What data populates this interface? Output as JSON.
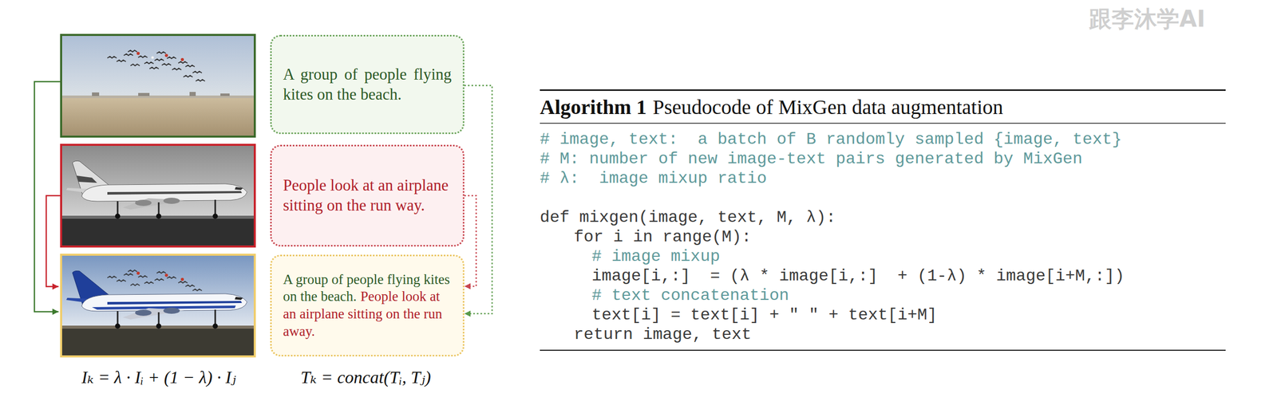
{
  "diagram": {
    "nodes": [
      {
        "text": [
          "A group of people flying kites on the beach."
        ]
      },
      {
        "text": [
          "People look at an airplane sitting on the run way."
        ]
      },
      {
        "text": [
          "A group of people flying kites on the beach.",
          "People look at an airplane sitting on the run away."
        ]
      },
      {
        "text": [
          "Algorithm 1",
          "Pseudocode of MixGen data augmentation",
          "# image, text:  a batch of B randomly sampled {image, text}",
          "# M: number of new image-text pairs generated by MixGen",
          "# λ:  image mixup ratio",
          "def mixgen(image, text, M, λ):",
          "for i in range(M):",
          "# image mixup",
          "image[i,:]  = (λ * image[i,:]  + (1-λ) * image[i+M,:])",
          "# text concatenation",
          "text[i] = text[i] + \" \" + text[i+M]",
          "return image, text"
        ]
      }
    ],
    "edges": [
      {
        "from": 0,
        "to": 2,
        "arrow": "to"
      },
      {
        "from": 1,
        "to": 2,
        "arrow": "to"
      }
    ],
    "labels": [
      "跟李沐学AI",
      "Iₖ = λ · Iᵢ + (1 − λ) · Iⱼ",
      "Tₖ = concat(Tᵢ, Tⱼ)"
    ]
  }
}
